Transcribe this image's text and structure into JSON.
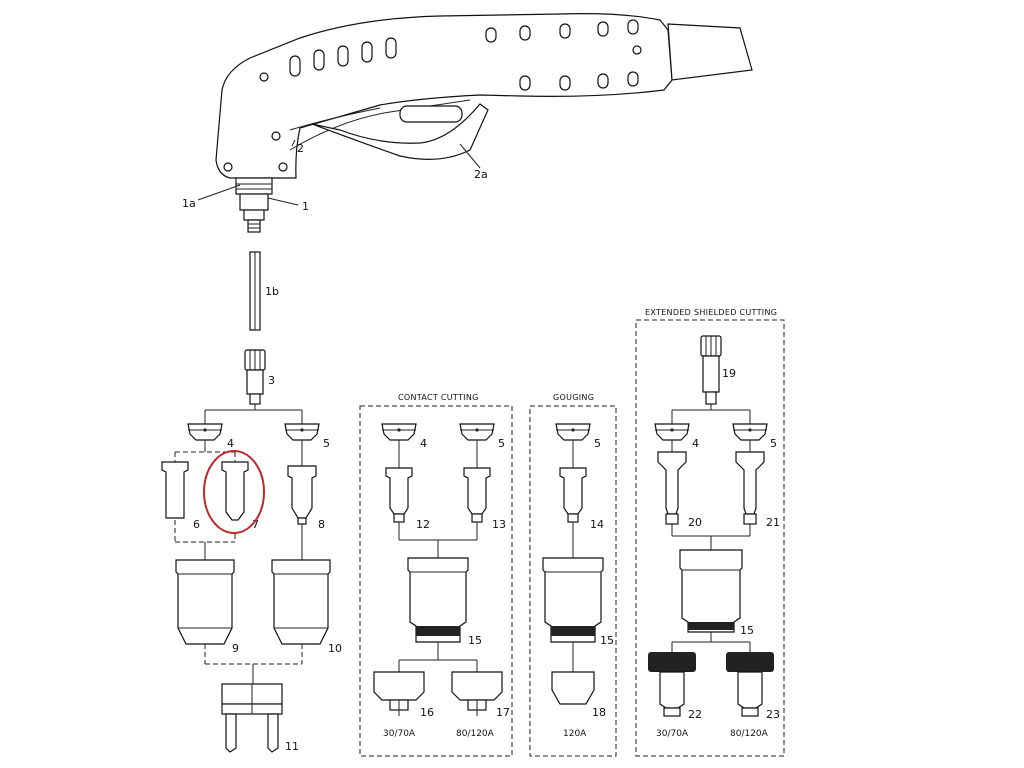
{
  "labels": {
    "torch_head": "2",
    "trigger": "2a",
    "oring": "1a",
    "head_fitting": "1",
    "gas_tube": "1b",
    "electrode": "3",
    "swirl_ring_a": "4",
    "swirl_ring_b": "5",
    "nozzle_6": "6",
    "nozzle_7": "7",
    "nozzle_8": "8",
    "cup_9": "9",
    "cup_10": "10",
    "spacer_11": "11",
    "cc_ring_4": "4",
    "cc_ring_5": "5",
    "nozzle_12": "12",
    "nozzle_13": "13",
    "cc_cup_15": "15",
    "tip_16": "16",
    "tip_17": "17",
    "g_ring_5": "5",
    "nozzle_14": "14",
    "g_cup_15": "15",
    "tip_18": "18",
    "electrode_19": "19",
    "es_ring_4": "4",
    "es_ring_5": "5",
    "nozzle_20": "20",
    "nozzle_21": "21",
    "es_cup_15": "15",
    "shield_22": "22",
    "shield_23": "23"
  },
  "groups": {
    "contact_cutting": "CONTACT CUTTING",
    "gouging": "GOUGING",
    "extended_shielded_cutting": "EXTENDED SHIELDED CUTTING"
  },
  "amperage": {
    "tip_16": "30/70A",
    "tip_17": "80/120A",
    "tip_18": "120A",
    "shield_22": "30/70A",
    "shield_23": "80/120A"
  },
  "highlighted_part": "7",
  "colors": {
    "highlight": "#c0282a",
    "line": "#111111"
  }
}
